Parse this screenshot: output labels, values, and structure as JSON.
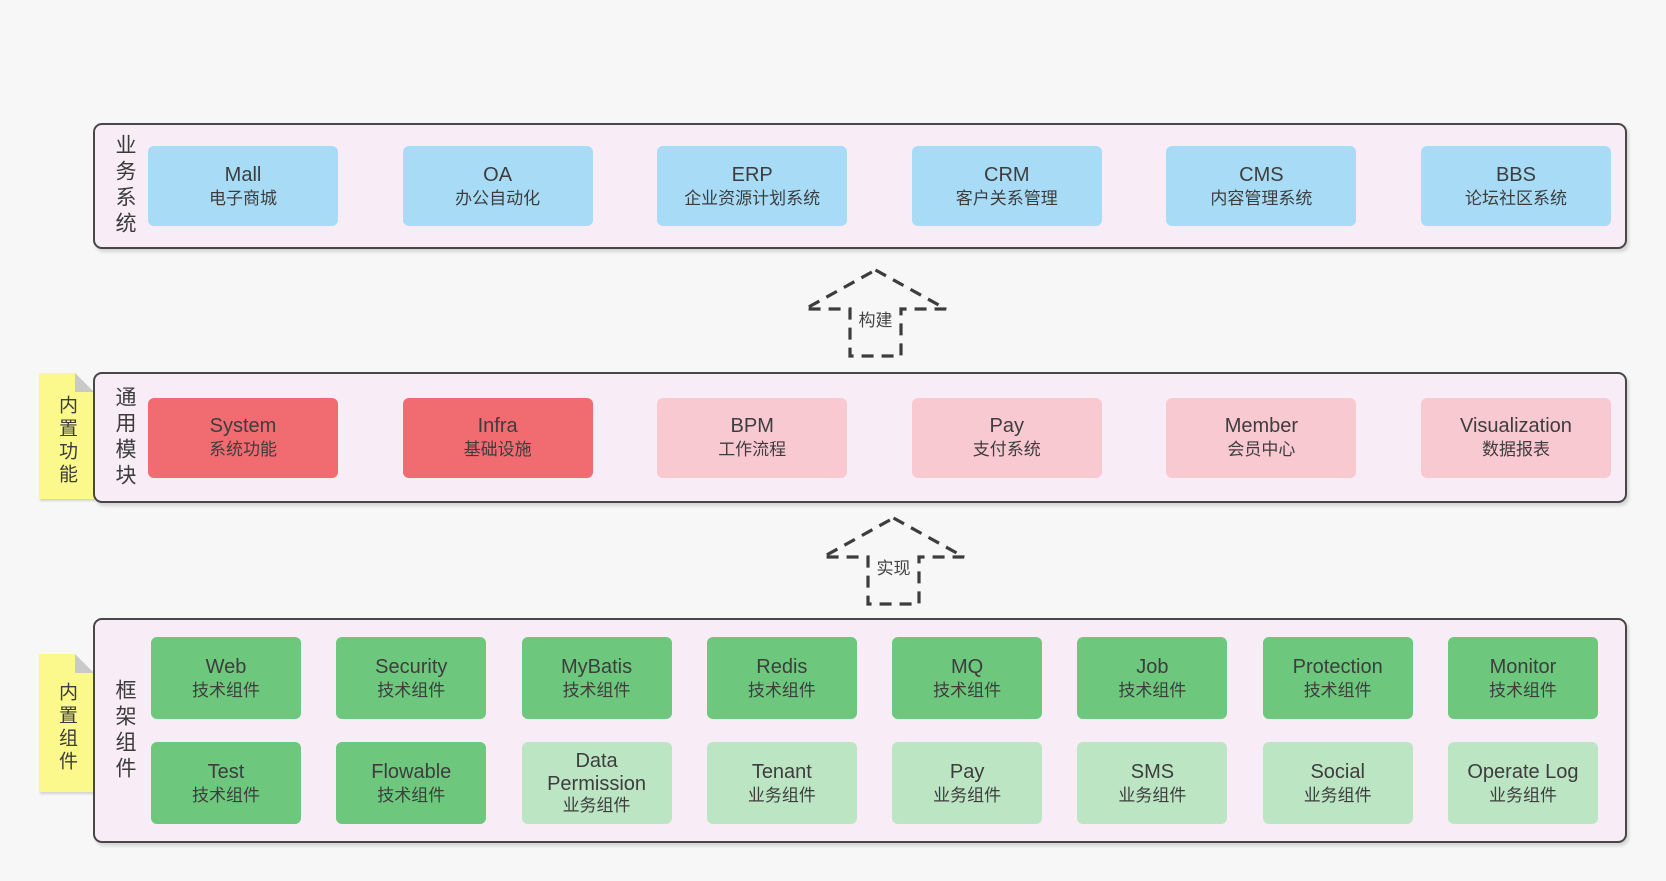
{
  "diagram": {
    "arrows": {
      "build": "构建",
      "implement": "实现"
    },
    "layers": {
      "business": {
        "label": "业务系统",
        "boxes": [
          {
            "name": "Mall",
            "desc": "电子商城"
          },
          {
            "name": "OA",
            "desc": "办公自动化"
          },
          {
            "name": "ERP",
            "desc": "企业资源计划系统"
          },
          {
            "name": "CRM",
            "desc": "客户关系管理"
          },
          {
            "name": "CMS",
            "desc": "内容管理系统"
          },
          {
            "name": "BBS",
            "desc": "论坛社区系统"
          }
        ]
      },
      "modules": {
        "label": "通用模块",
        "sticky": "内置功能",
        "boxes": [
          {
            "name": "System",
            "desc": "系统功能",
            "variant": "red"
          },
          {
            "name": "Infra",
            "desc": "基础设施",
            "variant": "red"
          },
          {
            "name": "BPM",
            "desc": "工作流程",
            "variant": "pink"
          },
          {
            "name": "Pay",
            "desc": "支付系统",
            "variant": "pink"
          },
          {
            "name": "Member",
            "desc": "会员中心",
            "variant": "pink"
          },
          {
            "name": "Visualization",
            "desc": "数据报表",
            "variant": "pink"
          }
        ]
      },
      "components": {
        "label": "框架组件",
        "sticky": "内置组件",
        "row1": [
          {
            "name": "Web",
            "desc": "技术组件",
            "variant": "green"
          },
          {
            "name": "Security",
            "desc": "技术组件",
            "variant": "green"
          },
          {
            "name": "MyBatis",
            "desc": "技术组件",
            "variant": "green"
          },
          {
            "name": "Redis",
            "desc": "技术组件",
            "variant": "green"
          },
          {
            "name": "MQ",
            "desc": "技术组件",
            "variant": "green"
          },
          {
            "name": "Job",
            "desc": "技术组件",
            "variant": "green"
          },
          {
            "name": "Protection",
            "desc": "技术组件",
            "variant": "green"
          },
          {
            "name": "Monitor",
            "desc": "技术组件",
            "variant": "green"
          }
        ],
        "row2": [
          {
            "name": "Test",
            "desc": "技术组件",
            "variant": "green"
          },
          {
            "name": "Flowable",
            "desc": "技术组件",
            "variant": "green"
          },
          {
            "name": "Data Permission",
            "desc": "业务组件",
            "variant": "lightgreen"
          },
          {
            "name": "Tenant",
            "desc": "业务组件",
            "variant": "lightgreen"
          },
          {
            "name": "Pay",
            "desc": "业务组件",
            "variant": "lightgreen"
          },
          {
            "name": "SMS",
            "desc": "业务组件",
            "variant": "lightgreen"
          },
          {
            "name": "Social",
            "desc": "业务组件",
            "variant": "lightgreen"
          },
          {
            "name": "Operate Log",
            "desc": "业务组件",
            "variant": "lightgreen"
          }
        ]
      }
    },
    "colors": {
      "page_bg": "#f7f7f7",
      "panel_bg": "#f8edf6",
      "panel_border": "#474747",
      "blue_box": "#a8dcf6",
      "red_box": "#f16c70",
      "pink_box": "#f9c9d2",
      "green_box": "#6dc87e",
      "light_green_box": "#bce5c3",
      "sticky_bg": "#fbf98c",
      "sticky_fold": "#c9c9c9",
      "text": "#3d3d3d"
    }
  }
}
